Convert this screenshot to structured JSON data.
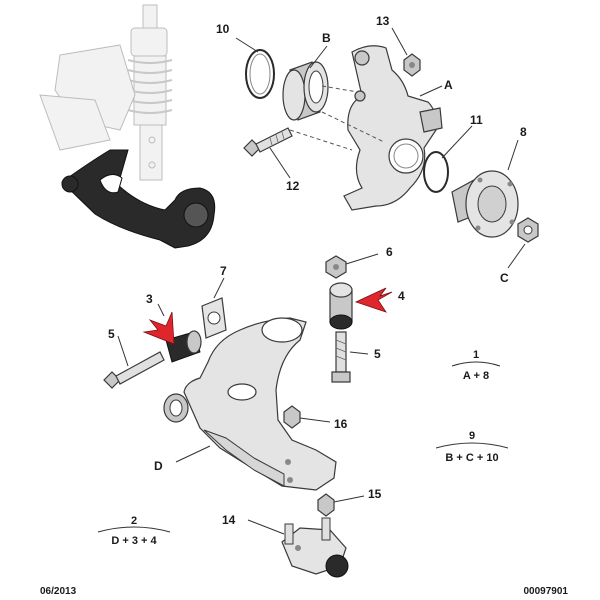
{
  "callouts": {
    "n10": "10",
    "nB": "B",
    "n13": "13",
    "nA": "A",
    "n11": "11",
    "n8": "8",
    "n12": "12",
    "nC": "C",
    "n6": "6",
    "n7": "7",
    "n3": "3",
    "n4": "4",
    "n5a": "5",
    "n5b": "5",
    "n16": "16",
    "nD": "D",
    "n15": "15",
    "n14": "14"
  },
  "kits": {
    "kit1": {
      "num": "1",
      "formula": "A + 8"
    },
    "kit9": {
      "num": "9",
      "formula": "B + C + 10"
    },
    "kit2": {
      "num": "2",
      "formula": "D + 3 + 4"
    }
  },
  "footer": {
    "date": "06/2013",
    "ref": "00097901"
  },
  "colors": {
    "arrow": "#e0262d",
    "line": "#333333"
  }
}
